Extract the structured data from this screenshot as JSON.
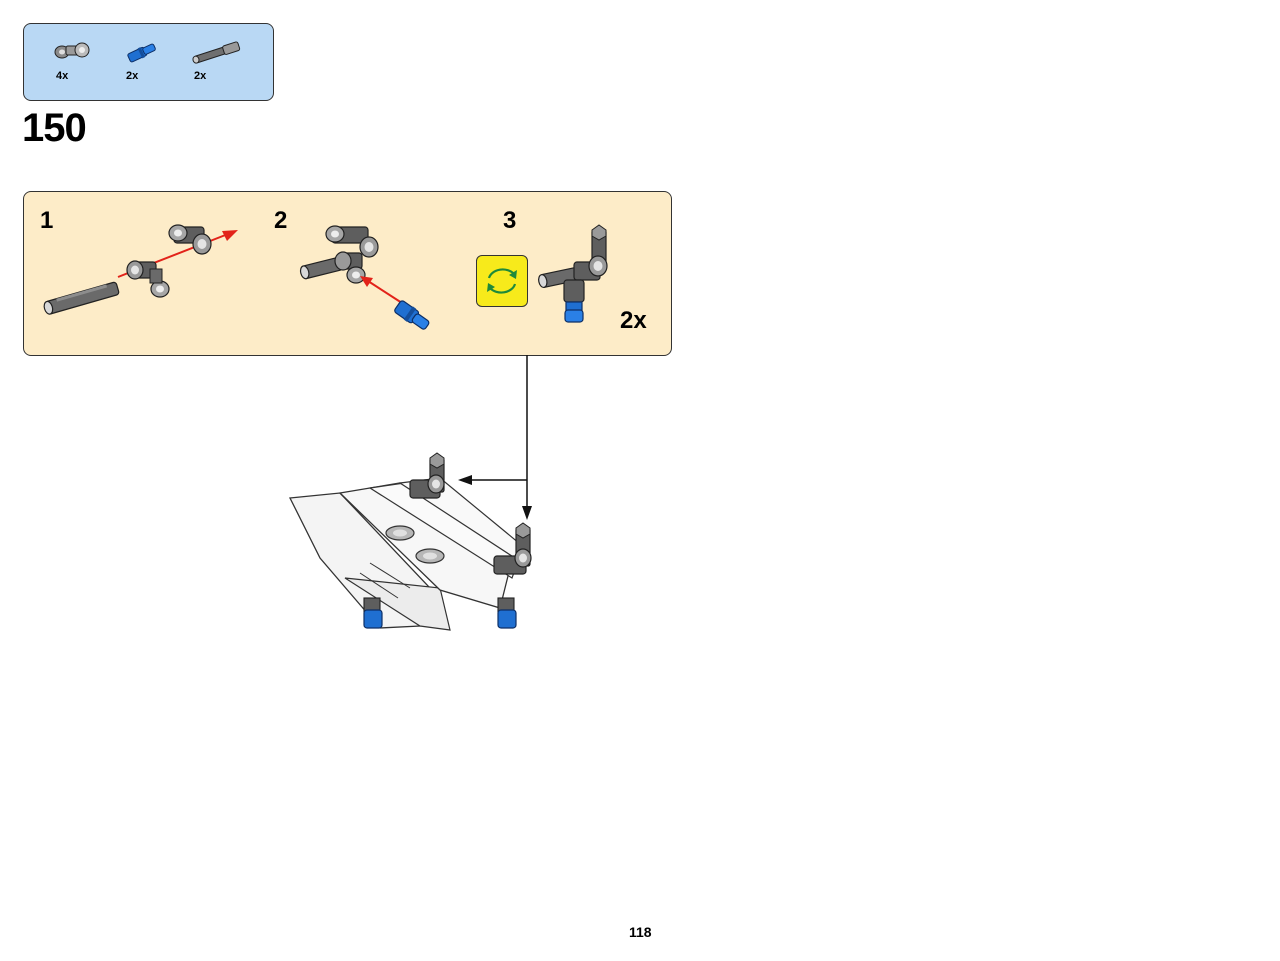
{
  "parts_list": {
    "items": [
      {
        "icon": "pin-connector-icon",
        "qty": "4x"
      },
      {
        "icon": "blue-pin-icon",
        "qty": "2x"
      },
      {
        "icon": "axle-icon",
        "qty": "2x"
      }
    ]
  },
  "step": {
    "number": "150"
  },
  "sub_assembly": {
    "steps": [
      {
        "number": "1"
      },
      {
        "number": "2"
      },
      {
        "number": "3"
      }
    ],
    "rotate_icon": "rotate-icon",
    "multiplier": "2x"
  },
  "colors": {
    "parts_box_bg": "#b9d8f4",
    "sub_box_bg": "#fdecc8",
    "rotate_bg": "#f7ea1b",
    "arrow_red": "#e2231a",
    "lego_blue": "#1f6fd1"
  },
  "page": {
    "number": "118"
  }
}
